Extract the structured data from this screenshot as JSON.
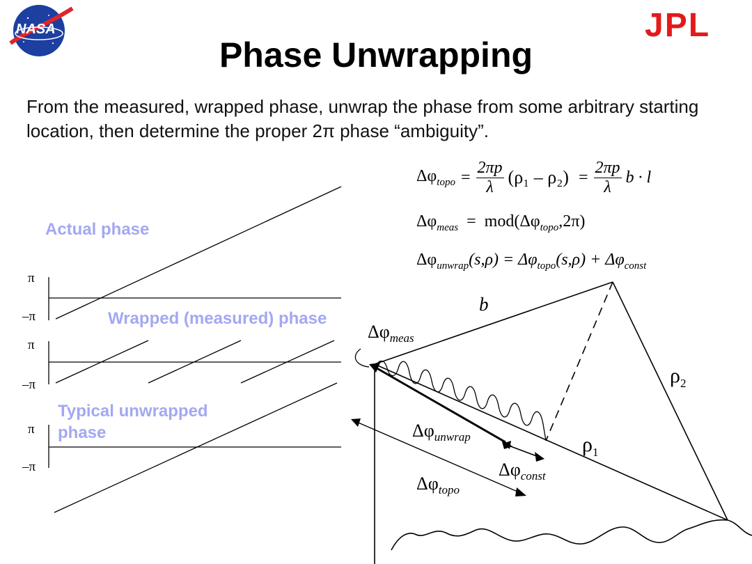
{
  "header": {
    "title": "Phase Unwrapping",
    "intro": "From the measured, wrapped phase, unwrap the phase from some arbitrary starting location, then determine the proper 2π phase “ambiguity”.",
    "nasa_logo_text": "NASA",
    "jpl_logo_text": "JPL"
  },
  "left_plots": {
    "actual_label": "Actual phase",
    "wrapped_label": "Wrapped (measured) phase",
    "unwrapped_label": "Typical unwrapped phase",
    "tick_pi": "π",
    "tick_neg_pi": "–π"
  },
  "equations": {
    "eq1_lhs": "Δφ",
    "eq1_lhs_sub": "topo",
    "eq1_frac_num": "2πp",
    "eq1_frac_den": "λ",
    "eq1_paren": "(ρ₁ – ρ₂)",
    "eq1_frac2_num": "2πp",
    "eq1_frac2_den": "λ",
    "eq1_vec": "b · l",
    "eq2_lhs": "Δφ",
    "eq2_lhs_sub": "meas",
    "eq2_rhs": "mod(Δφ",
    "eq2_rhs_sub": "topo",
    "eq2_rhs_tail": ",2π)",
    "eq3_lhs": "Δφ",
    "eq3_lhs_sub": "unwrap",
    "eq3_mid": "(s,ρ) = Δφ",
    "eq3_mid_sub": "topo",
    "eq3_tail": "(s,ρ) + Δφ",
    "eq3_tail_sub": "const"
  },
  "geometry_labels": {
    "b": "b",
    "rho1": "ρ",
    "rho1_sub": "1",
    "rho2": "ρ",
    "rho2_sub": "2",
    "dphi": "Δφ",
    "meas_sub": "meas",
    "unwrap_sub": "unwrap",
    "const_sub": "const",
    "topo_sub": "topo"
  },
  "colors": {
    "label_blue": "#a3a8f2",
    "jpl_red": "#e41a1a",
    "nasa_blue": "#1c3fa0",
    "nasa_red": "#e0252b"
  }
}
